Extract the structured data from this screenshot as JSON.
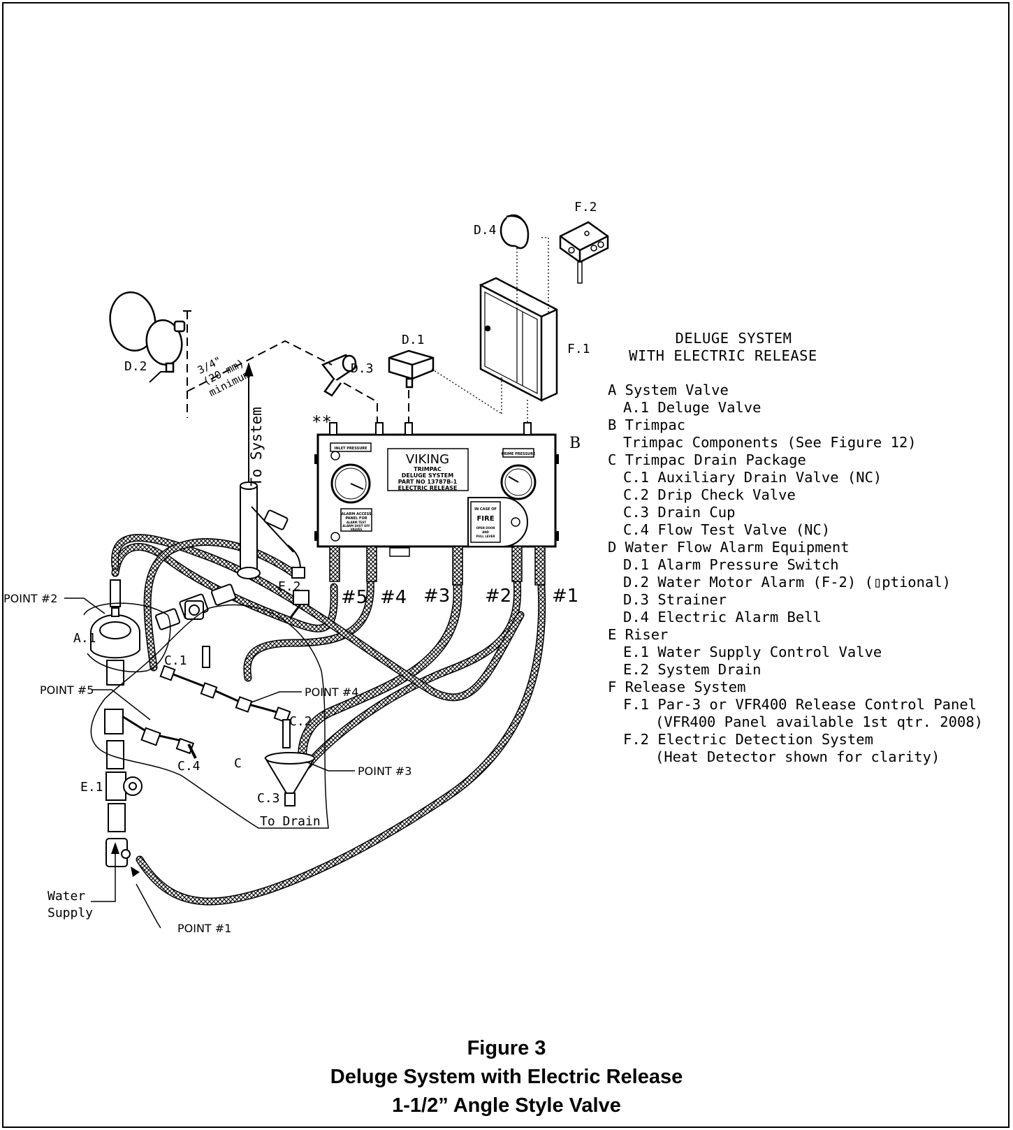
{
  "legend": {
    "title_line1": "DELUGE SYSTEM",
    "title_line2": "WITH ELECTRIC RELEASE",
    "items": [
      {
        "text": "A System Valve",
        "level": 0
      },
      {
        "text": "A.1 Deluge Valve",
        "level": 1
      },
      {
        "text": "B Trimpac",
        "level": 0
      },
      {
        "text": "Trimpac Components (See Figure 12)",
        "level": 1
      },
      {
        "text": "C Trimpac Drain Package",
        "level": 0
      },
      {
        "text": "C.1 Auxiliary Drain Valve (NC)",
        "level": 1
      },
      {
        "text": "C.2 Drip Check Valve",
        "level": 1
      },
      {
        "text": "C.3 Drain Cup",
        "level": 1
      },
      {
        "text": "C.4 Flow Test Valve (NC)",
        "level": 1
      },
      {
        "text": "D Water Flow Alarm Equipment",
        "level": 0
      },
      {
        "text": "D.1 Alarm Pressure Switch",
        "level": 1
      },
      {
        "text": "D.2 Water Motor Alarm (F-2) (▯ptional)",
        "level": 1
      },
      {
        "text": "D.3 Strainer",
        "level": 1
      },
      {
        "text": "D.4 Electric Alarm Bell",
        "level": 1
      },
      {
        "text": "E Riser",
        "level": 0
      },
      {
        "text": "E.1 Water Supply Control Valve",
        "level": 1
      },
      {
        "text": "E.2 System Drain",
        "level": 1
      },
      {
        "text": "F Release System",
        "level": 0
      },
      {
        "text": "F.1 Par-3 or VFR400 Release Control Panel",
        "level": 1
      },
      {
        "text": "(VFR400 Panel available 1st qtr. 2008)",
        "level": 2
      },
      {
        "text": "F.2 Electric Detection System",
        "level": 1
      },
      {
        "text": "(Heat Detector shown for clarity)",
        "level": 2
      }
    ]
  },
  "labels": {
    "d4": "D.4",
    "f2": "F.2",
    "f1": "F.1",
    "d1": "D.1",
    "d2": "D.2",
    "d3": "D.3",
    "b": "B",
    "stars": "**",
    "dim1": "3/4\"",
    "dim2": "(20 mm)",
    "dim3": "minimum",
    "to_system": "To System",
    "point2": "POINT #2",
    "a1": "A.1",
    "point5": "POINT #5",
    "c1": "C.1",
    "point4": "POINT #4",
    "c2": "C.2",
    "c4": "C.4",
    "c": "C",
    "c3": "C.3",
    "point3": "POINT #3",
    "to_drain": "To Drain",
    "e1": "E.1",
    "e2": "E.2",
    "water": "Water",
    "supply": "Supply",
    "point1": "POINT #1",
    "port5": "#5",
    "port4": "#4",
    "port3": "#3",
    "port2": "#2",
    "port1": "#1"
  },
  "panel": {
    "brand": "VIKING",
    "line1": "TRIMPAC",
    "line2": "DELUGE SYSTEM",
    "line3": "PART NO 13787B-1",
    "line4": "ELECTRIC RELEASE",
    "inlet": "INLET PRESSURE",
    "prime": "PRIME PRESSURE",
    "alarm1": "ALARM ACCESS",
    "alarm2": "PANEL FOR",
    "alarm3": "ALARM TEST",
    "alarm4": "ALARM SHUT OFF",
    "alarm5": "VALVES",
    "fire1": "IN CASE OF",
    "fire2": "FIRE",
    "fire3": "OPEN DOOR",
    "fire4": "AND",
    "fire5": "PULL LEVER"
  },
  "caption": {
    "line1": "Figure 3",
    "line2": "Deluge System with Electric Release",
    "line3": "1-1/2” Angle Style Valve"
  }
}
